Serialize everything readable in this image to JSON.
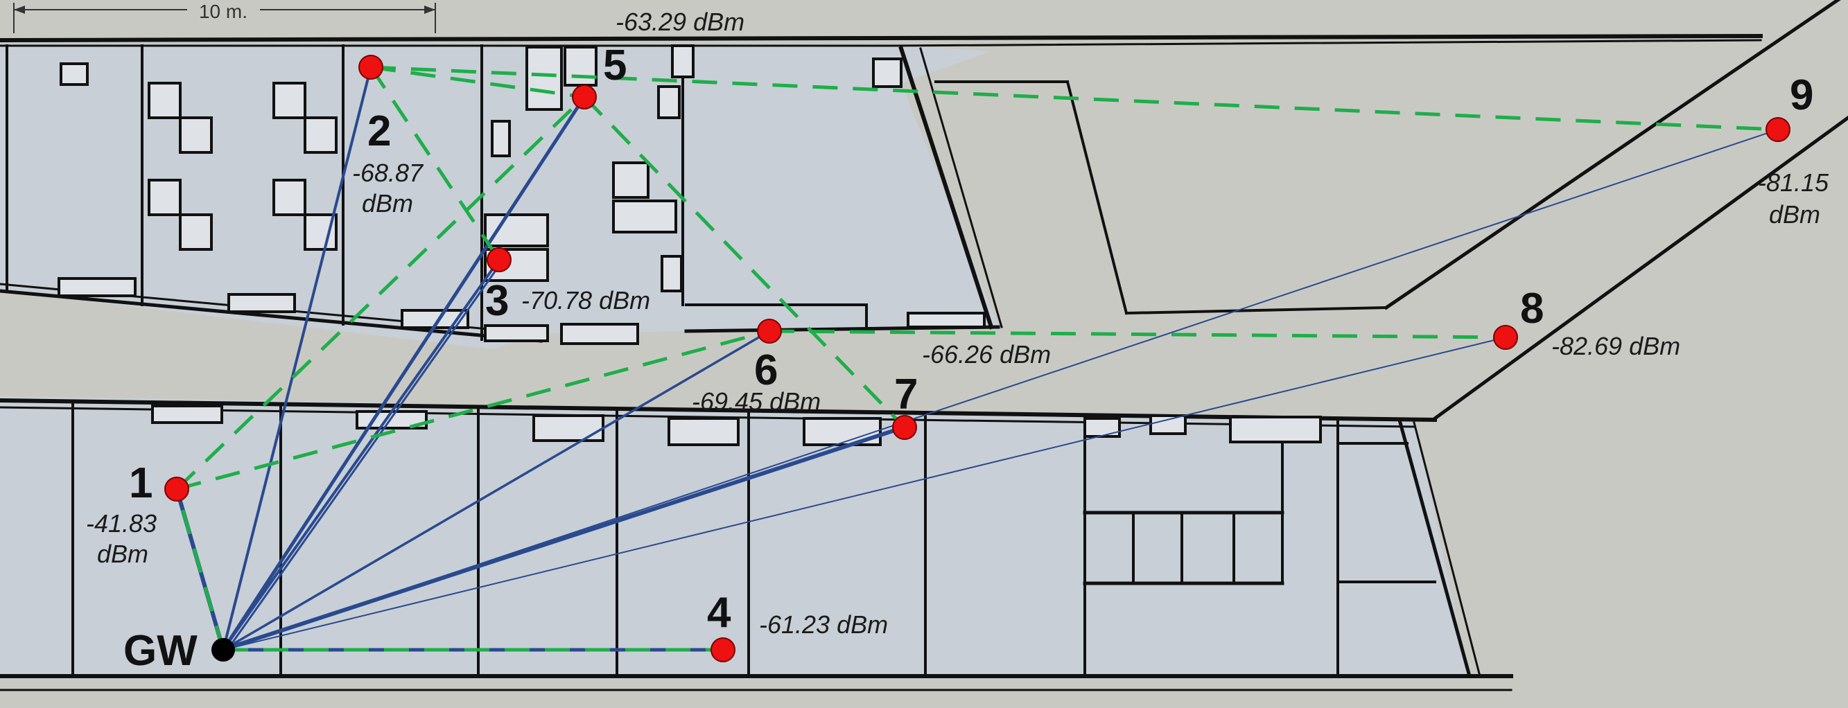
{
  "scale": {
    "label": "10 m."
  },
  "gateway": {
    "label": "GW"
  },
  "nodes": [
    {
      "id": "1",
      "rssi_line1": "-41.83",
      "rssi_line2": "dBm"
    },
    {
      "id": "2",
      "rssi_line1": "-68.87",
      "rssi_line2": "dBm"
    },
    {
      "id": "3",
      "rssi": "-70.78 dBm"
    },
    {
      "id": "4",
      "rssi": "-61.23 dBm"
    },
    {
      "id": "5",
      "rssi": "-63.29 dBm"
    },
    {
      "id": "6",
      "rssi": "-69.45 dBm"
    },
    {
      "id": "7",
      "rssi": "-66.26 dBm"
    },
    {
      "id": "8",
      "rssi": "-82.69 dBm"
    },
    {
      "id": "9",
      "rssi_line1": "-81.15",
      "rssi_line2": "dBm"
    }
  ],
  "colors": {
    "background": "#c9c9c4",
    "floor": "#c8cfd6",
    "wall": "#111111",
    "direct_link": "#2a4a8f",
    "mesh_link": "#1fae4a",
    "node": "#ee1111",
    "gateway": "#000000"
  }
}
